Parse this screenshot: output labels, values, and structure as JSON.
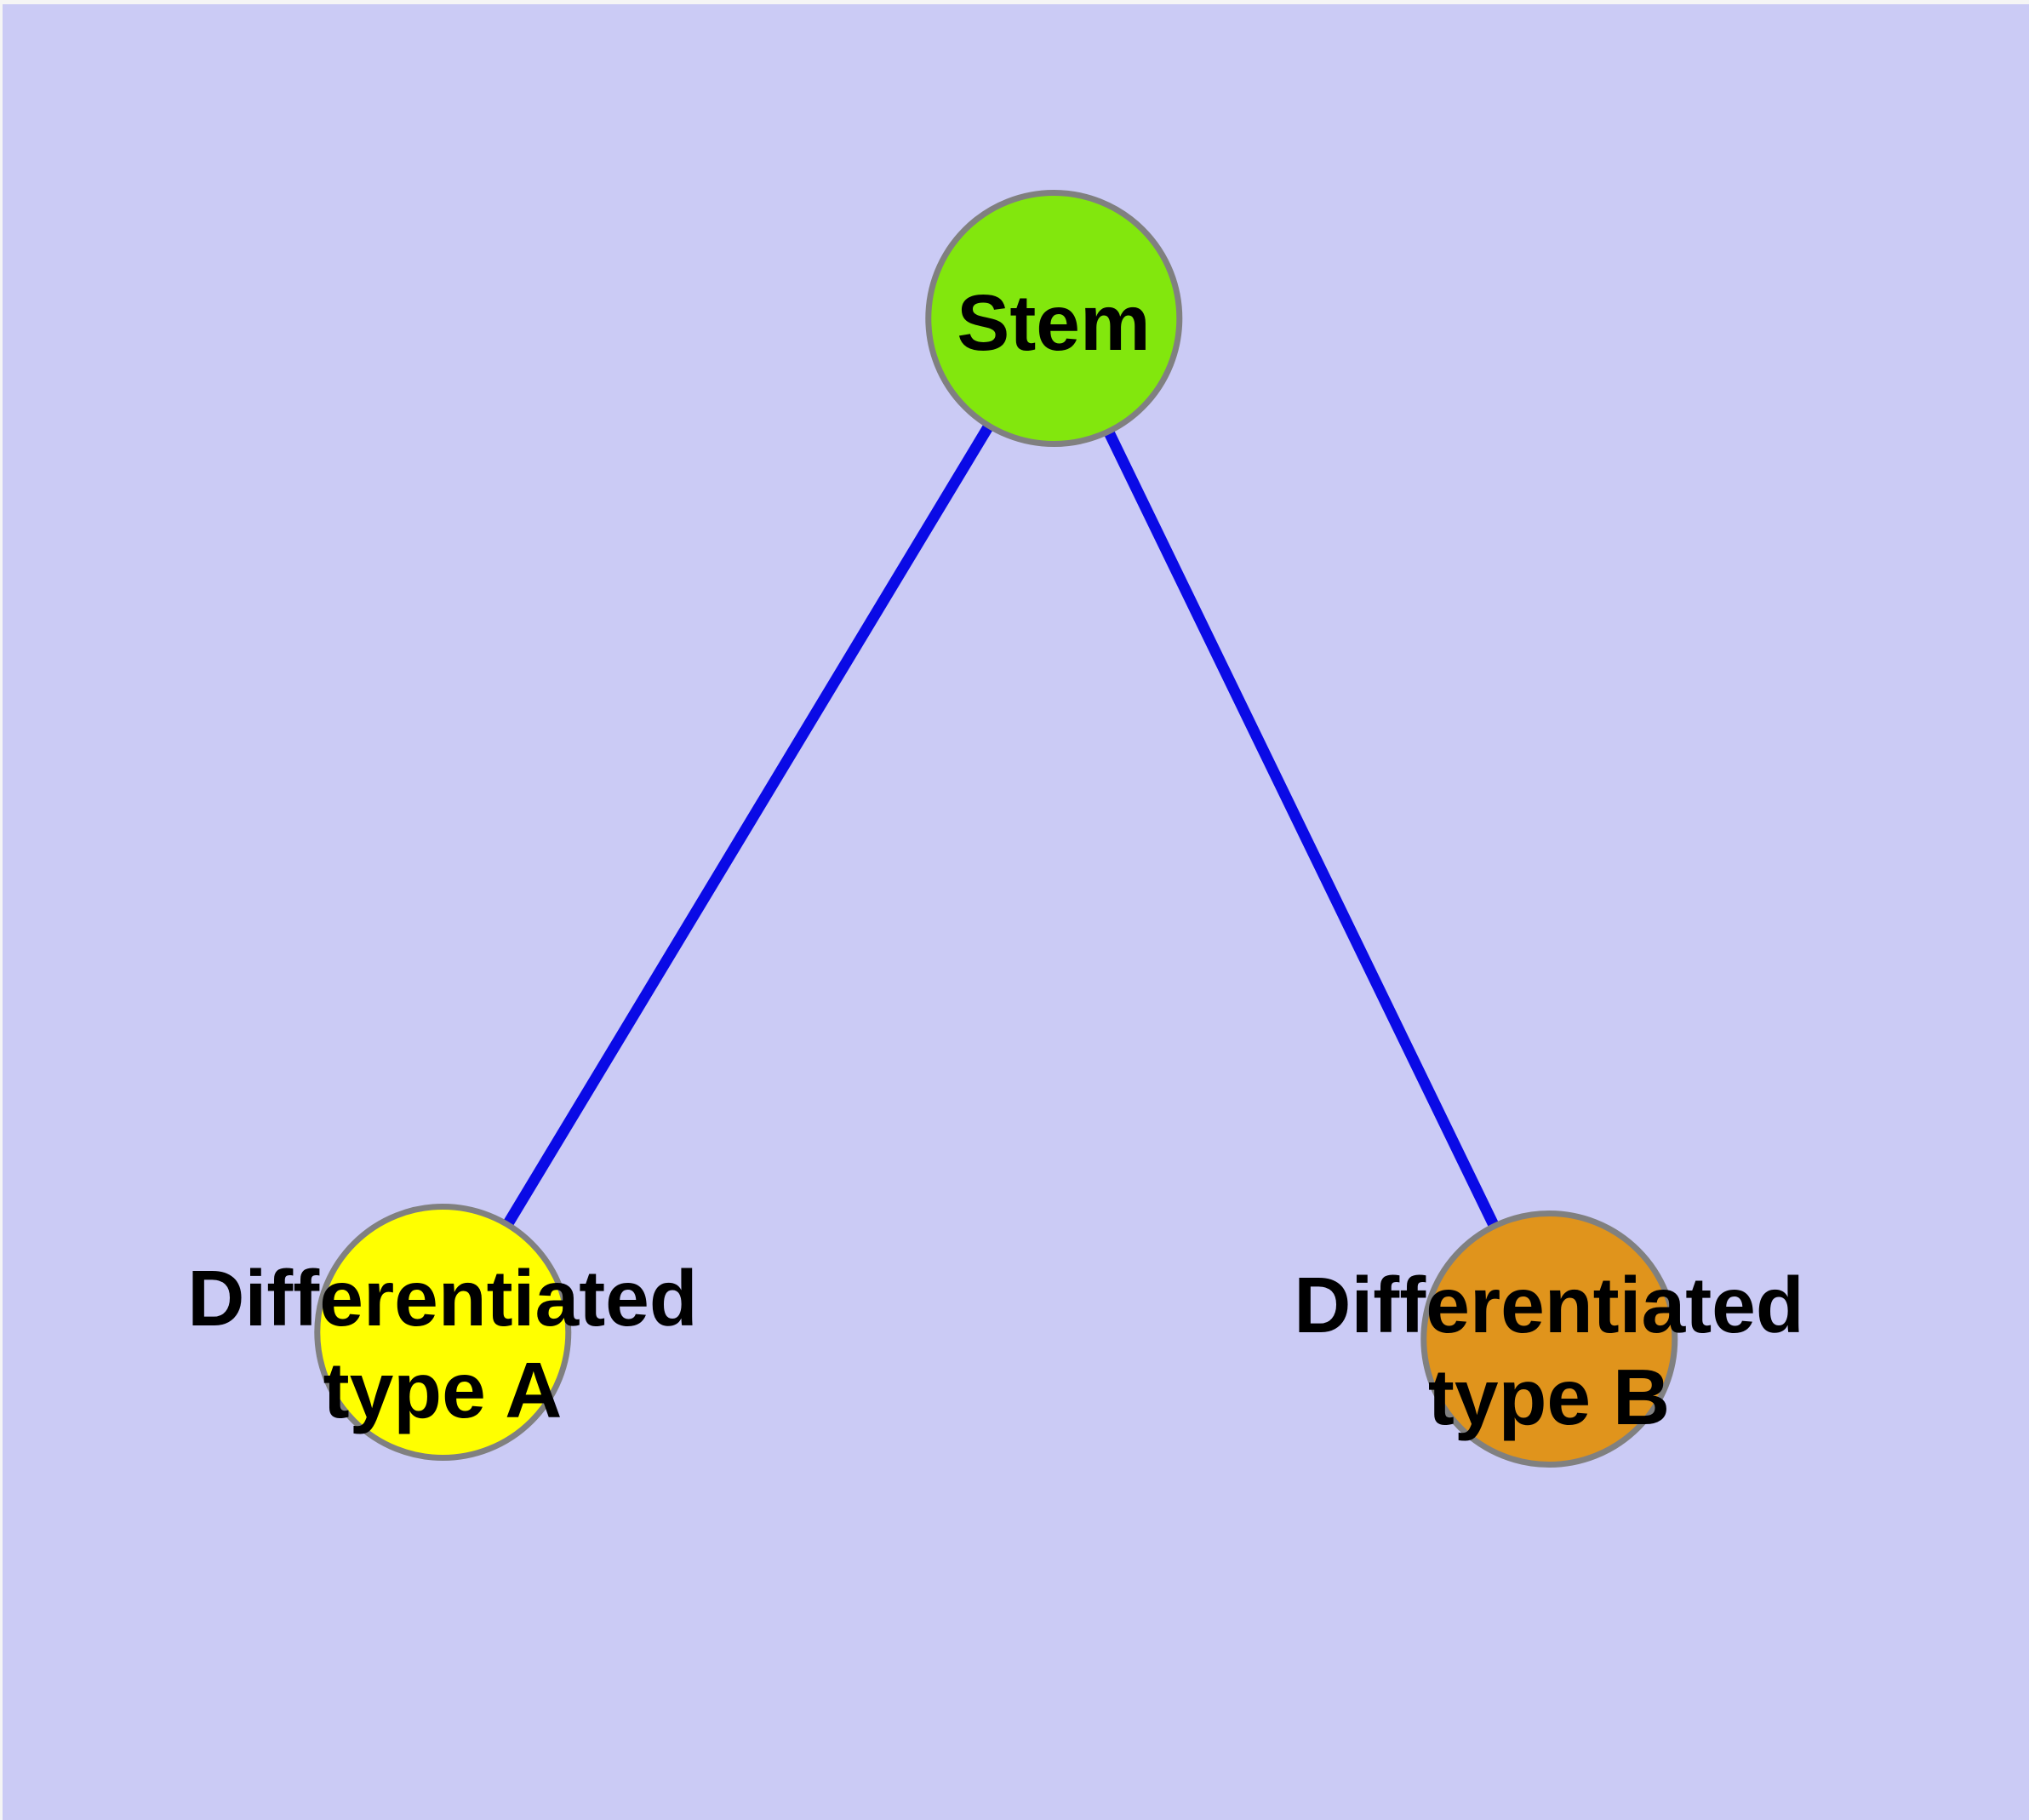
{
  "diagram": {
    "type": "node-link-graph",
    "colors": {
      "background": "#CBCBF5",
      "edge": "#0A0AE6",
      "node_border": "#808080",
      "label_text": "#000000"
    },
    "nodes": {
      "stem": {
        "label": "Stem",
        "fill": "#82E70D"
      },
      "type_a": {
        "label_line1": "Differentiated",
        "label_line2": "type A",
        "fill": "#FFFF00"
      },
      "type_b": {
        "label_line1": "Differentiated",
        "label_line2": "type B",
        "fill": "#E0941C"
      }
    },
    "edges": [
      {
        "from": "Stem",
        "to": "Differentiated type A"
      },
      {
        "from": "Stem",
        "to": "Differentiated type B"
      }
    ]
  }
}
